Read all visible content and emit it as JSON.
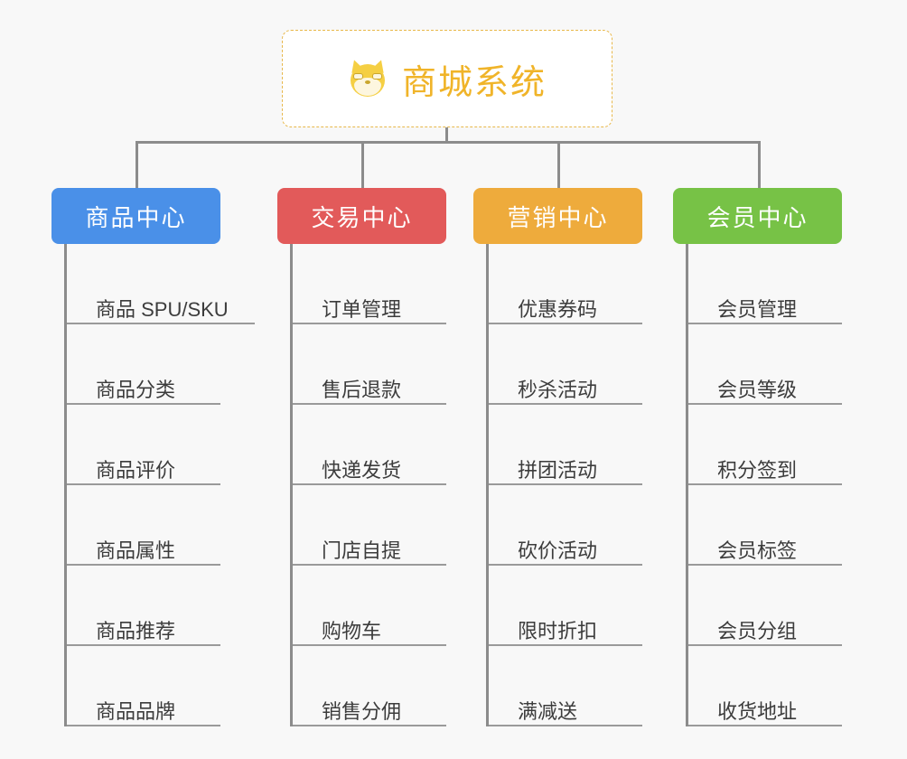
{
  "diagram": {
    "title": "商城系统",
    "type": "mindmap",
    "background_color": "#f8f8f8"
  },
  "root": {
    "label": "商城系统",
    "icon": "shiba-dog-face-emoji",
    "emoji": "🐶",
    "text_color": "#f0b429",
    "border_color": "#e8b84b",
    "background_color": "#ffffff"
  },
  "branches": [
    {
      "label": "商品中心",
      "color": "#4a90e8",
      "items": [
        "商品 SPU/SKU",
        "商品分类",
        "商品评价",
        "商品属性",
        "商品推荐",
        "商品品牌"
      ]
    },
    {
      "label": "交易中心",
      "color": "#e25a5a",
      "items": [
        "订单管理",
        "售后退款",
        "快递发货",
        "门店自提",
        "购物车",
        "销售分佣"
      ]
    },
    {
      "label": "营销中心",
      "color": "#eeab3c",
      "items": [
        "优惠券码",
        "秒杀活动",
        "拼团活动",
        "砍价活动",
        "限时折扣",
        "满减送"
      ]
    },
    {
      "label": "会员中心",
      "color": "#77c246",
      "items": [
        "会员管理",
        "会员等级",
        "积分签到",
        "会员标签",
        "会员分组",
        "收货地址"
      ]
    }
  ],
  "connector_color": "#8c8c8c"
}
